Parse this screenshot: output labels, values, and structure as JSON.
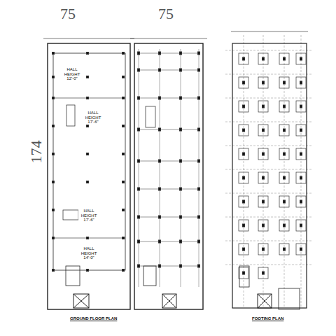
{
  "diagram": {
    "labels": [
      "75",
      "75",
      "174",
      "HALL HEIGHT 12'-0\"",
      "HALL HEIGHT 17'-6\"",
      "HALL HEIGHT 17'-6\"",
      "HALL HEIGHT 14'-0\"",
      "GROUND FLOOR PLAN",
      "FOOTING PLAN"
    ]
  }
}
